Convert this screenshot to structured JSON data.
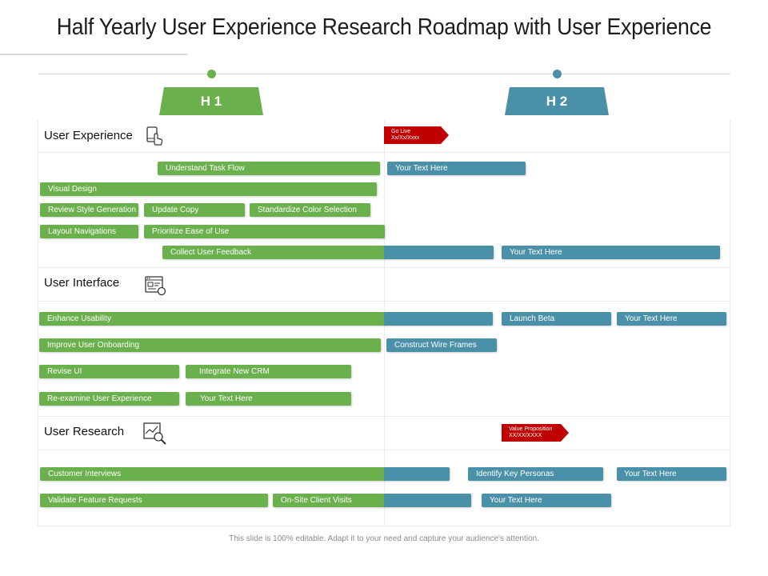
{
  "title": "Half Yearly User Experience Research Roadmap with User Experience",
  "colors": {
    "green": "#6ab04c",
    "blue": "#4a90a8",
    "red": "#c00000"
  },
  "phases": [
    {
      "label": "H 1",
      "color": "#6ab04c"
    },
    {
      "label": "H 2",
      "color": "#4a90a8"
    }
  ],
  "sections": {
    "user_experience": {
      "label": "User Experience",
      "icon": "touch-screen-icon",
      "milestone": {
        "line1": "Go Live",
        "line2": "Xx/Xx/Xxxx"
      },
      "bars": [
        "Understand Task Flow",
        "Your Text Here",
        "Visual Design",
        "Review Style Generation",
        "Update Copy",
        "Standardize Color Selection",
        "Layout Navigations",
        "Prioritize Ease of Use",
        "Collect User Feedback",
        "Your Text Here"
      ]
    },
    "user_interface": {
      "label": "User Interface",
      "icon": "browser-window-icon",
      "bars": [
        "Enhance Usability",
        "Launch Beta",
        "Your Text Here",
        "Improve User Onboarding",
        "Construct Wire Frames",
        "Revise UI",
        "Integrate New CRM",
        "Re-examine User Experience",
        "Your Text Here"
      ]
    },
    "user_research": {
      "label": "User Research",
      "icon": "chart-magnifier-icon",
      "milestone": {
        "line1": "Value Proposition",
        "line2": "XX/XX/XXXX"
      },
      "bars": [
        "Customer Interviews",
        "Identify Key Personas",
        "Your Text Here",
        "Validate Feature Requests",
        "On-Site Client Visits",
        "Your Text Here"
      ]
    }
  },
  "footer": "This slide is 100% editable. Adapt it to your need and capture your audience's attention."
}
